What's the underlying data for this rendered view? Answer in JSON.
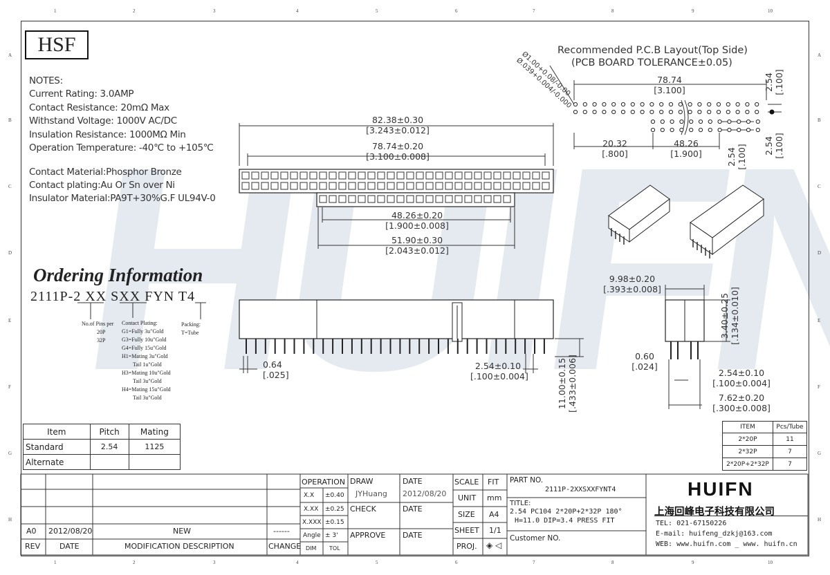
{
  "ruler": {
    "cols": [
      "1",
      "2",
      "3",
      "4",
      "5",
      "6",
      "7",
      "8",
      "9",
      "10"
    ],
    "rows": [
      "A",
      "B",
      "C",
      "D",
      "E",
      "F",
      "G",
      "H"
    ]
  },
  "logo_left": "HSF",
  "watermark": "HUIFN",
  "notes": {
    "heading": "NOTES:",
    "lines": [
      "Current Rating: 3.0AMP",
      "Contact Resistance: 20mΩ Max",
      "Withstand Voltage: 1000V AC/DC",
      "Insulation Resistance: 1000MΩ Min",
      "Operation Temperature: -40℃ to +105℃"
    ],
    "materials": [
      "Contact Material:Phosphor Bronze",
      "Contact plating:Au Or Sn over Ni",
      "Insulator Material:PA9T+30%G.F UL94V-0"
    ]
  },
  "ordering": {
    "title": "Ordering Information",
    "code": "2111P-2 XX SXX FYN T4",
    "pins_label": "No.of Pins per",
    "pins": [
      "20P",
      "32P"
    ],
    "plating_label": "Contact Plating:",
    "plating": [
      "G1=Fully 3u\"Gold",
      "G3=Fully 10u\"Gold",
      "G4=Fully 15u\"Gold",
      "H1=Mating 3u\"Gold",
      "Tail 1u\"Gold",
      "H3=Mating 10u\"Gold",
      "Tail 3u\"Gold",
      "H4=Mating 15u\"Gold",
      "Tail 3u\"Gold"
    ],
    "packing_label": "Packing:",
    "packing": "T=Tube"
  },
  "pcb": {
    "title": "Recommended P.C.B Layout(Top Side)",
    "subtitle": "(PCB BOARD TOLERANCE±0.05)",
    "d_78": "78.74",
    "d_78_in": "[3.100]",
    "d_254a": "2.54",
    "d_254a_in": "[.100]",
    "hole": "Ø1.00+0.08/-0.00",
    "hole_in": "Ø.039+0.004/-0.000",
    "d_2032": "20.32",
    "d_2032_in": "[.800]",
    "d_4826": "48.26",
    "d_4826_in": "[1.900]",
    "d_254b": "2.54",
    "d_254b_in": "[.100]",
    "d_254c": "2.54",
    "d_254c_in": "[.100]"
  },
  "top": {
    "d1": "82.38±0.30",
    "d1_in": "[3.243±0.012]",
    "d2": "78.74±0.20",
    "d2_in": "[3.100±0.008]",
    "d3": "48.26±0.20",
    "d3_in": "[1.900±0.008]",
    "d4": "51.90±0.30",
    "d4_in": "[2.043±0.012]"
  },
  "front": {
    "d_064": "0.64",
    "d_064_in": "[.025]",
    "d_pitch": "2.54±0.10",
    "d_pitch_in": "[.100±0.004]",
    "d_h": "11.00±0.15",
    "d_h_in": "[.433±0.006]"
  },
  "side": {
    "d_w": "9.98±0.20",
    "d_w_in": "[.393±0.008]",
    "d_t": "3.40±0.25",
    "d_t_in": "[.134±0.010]",
    "d_060": "0.60",
    "d_060_in": "[.024]",
    "d_p": "2.54±0.10",
    "d_p_in": "[.100±0.004]",
    "d_762": "7.62±0.20",
    "d_762_in": "[.300±0.008]"
  },
  "pitch_table": {
    "header": [
      "Item",
      "Pitch",
      "Mating"
    ],
    "rows": [
      [
        "Standard",
        "2.54",
        "1125"
      ],
      [
        "Alternate",
        "",
        ""
      ]
    ]
  },
  "pcs_table": {
    "header": [
      "ITEM",
      "Pcs/Tube"
    ],
    "rows": [
      [
        "2*20P",
        "11"
      ],
      [
        "2*32P",
        "7"
      ],
      [
        "2*20P+2*32P",
        "7"
      ]
    ]
  },
  "titleblock": {
    "rev_row": [
      "A0",
      "2012/08/20",
      "NEW",
      "------"
    ],
    "footer": [
      "REV",
      "DATE",
      "MODIFICATION DESCRIPTION",
      "CHANGE"
    ],
    "operation": "OPERATION",
    "tol": [
      [
        "X.X",
        "±0.40"
      ],
      [
        "X.XX",
        "±0.25"
      ],
      [
        "X.XXX",
        "±0.15"
      ],
      [
        "Angle",
        "± 3'"
      ]
    ],
    "dim": "DIM",
    "tolh": "TOL",
    "draw": "DRAW",
    "draw_name": "JYHuang",
    "check": "CHECK",
    "approve": "APPROVE",
    "date": "DATE",
    "date_val": "2012/08/20",
    "scale": "SCALE",
    "scale_val": "FIT",
    "unit": "UNIT",
    "unit_val": "mm",
    "size": "SIZE",
    "size_val": "A4",
    "sheet": "SHEET",
    "sheet_val": "1/1",
    "proj": "PROJ.",
    "part_no_label": "PART NO.",
    "part_no": "2111P-2XXSXXFYNT4",
    "title_label": "TITLE:",
    "title1": "2.54 PC104 2*20P+2*32P 180°",
    "title2": "H=11.0 DIP=3.4 PRESS FIT",
    "customer": "Customer NO.",
    "brand": "HUIFN",
    "company": "上海回峰电子科技有限公司",
    "tel": "TEL: 021-67150226",
    "email": "E-mail: huifeng_dzkj@163.com",
    "web": "WEB: www.huifn.com _ www. huifn.cn"
  }
}
